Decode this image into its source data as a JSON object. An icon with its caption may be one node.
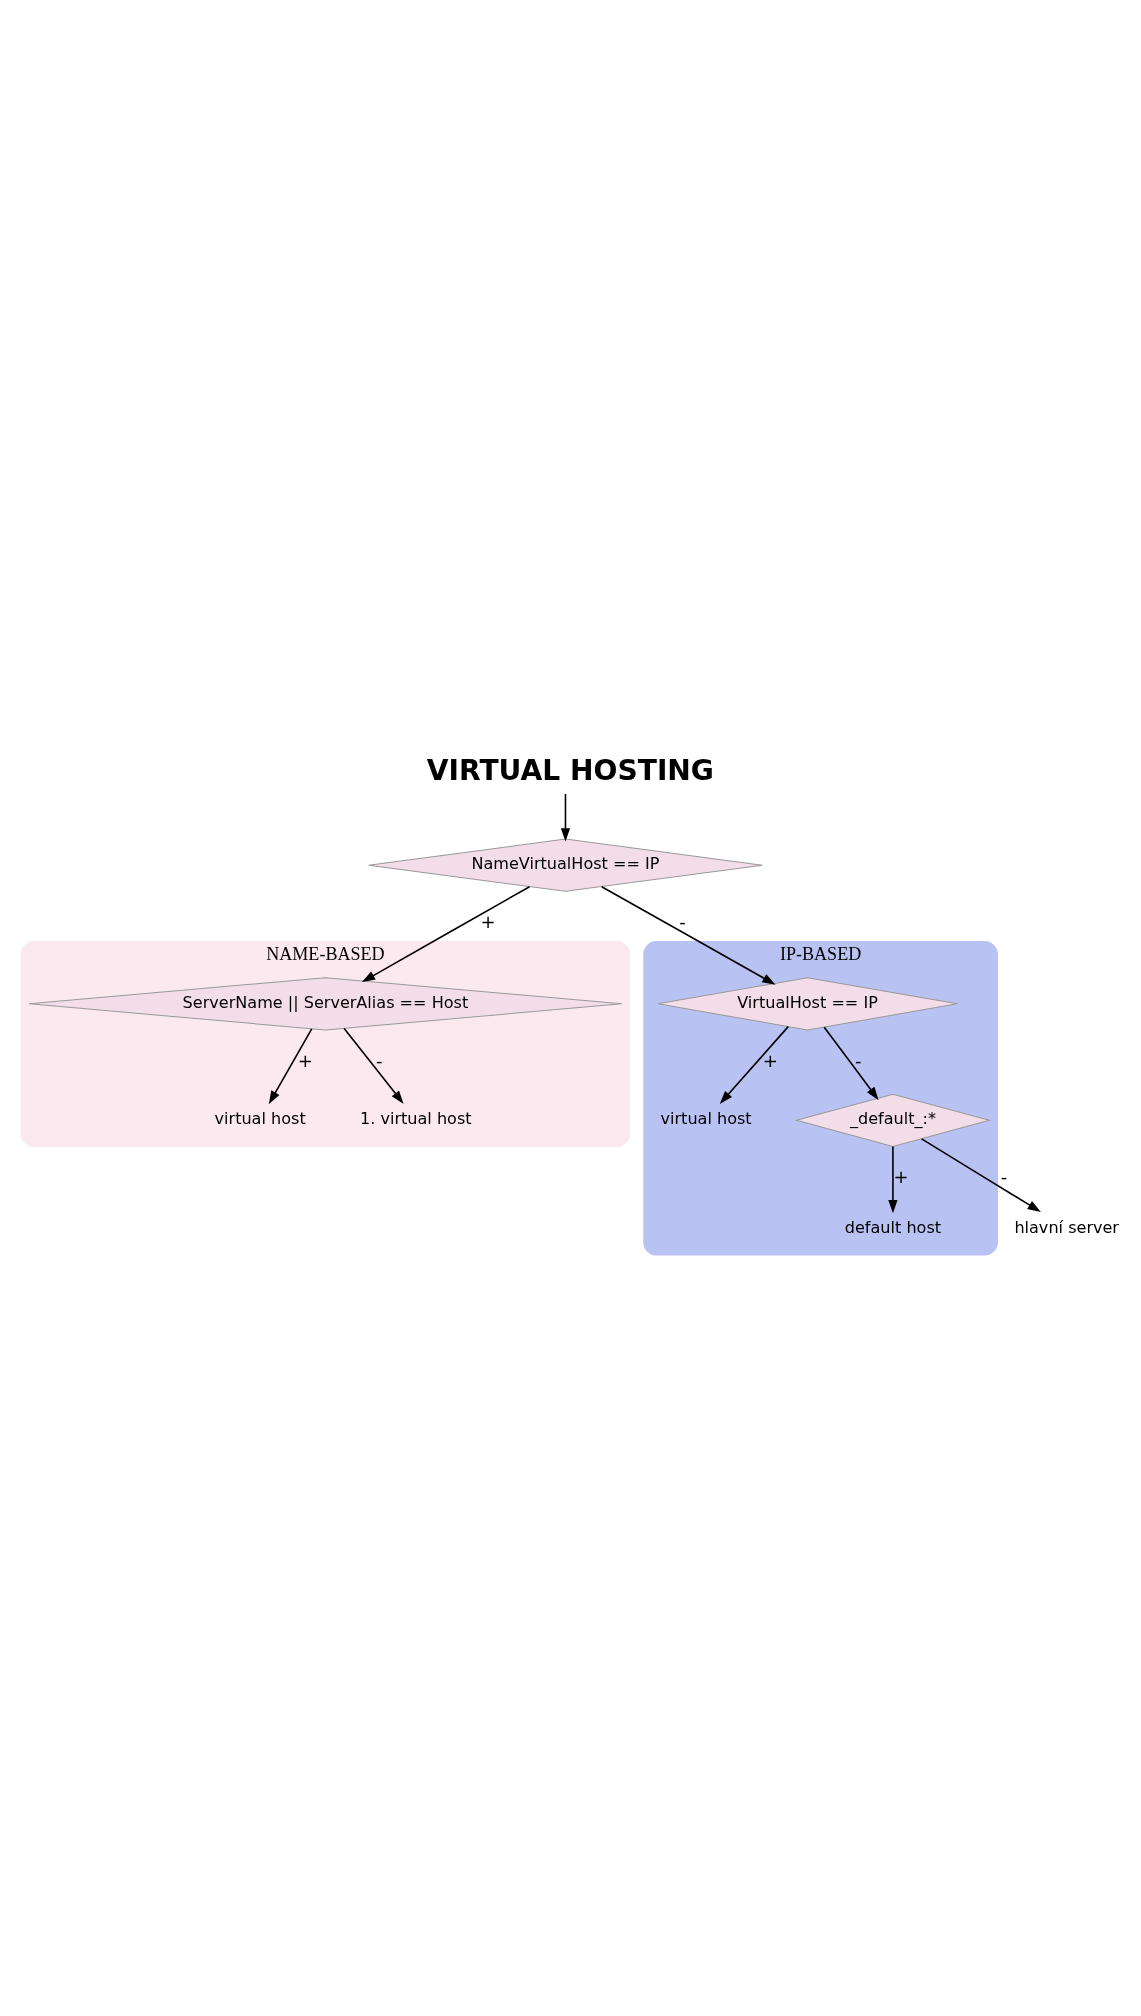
{
  "diagram": {
    "title": "VIRTUAL HOSTING",
    "nodes": [
      {
        "text": [
          "NameVirtualHost == IP"
        ]
      },
      {
        "text": [
          "NAME-BASED"
        ]
      },
      {
        "text": [
          "ServerName || ServerAlias == Host"
        ],
        "in": 1
      },
      {
        "text": [
          "virtual host"
        ],
        "in": 1
      },
      {
        "text": [
          "1. virtual host"
        ],
        "in": 1
      },
      {
        "text": [
          "IP-BASED"
        ]
      },
      {
        "text": [
          "VirtualHost == IP"
        ],
        "in": 5
      },
      {
        "text": [
          "virtual host"
        ],
        "in": 5
      },
      {
        "text": [
          "_default_:*"
        ],
        "in": 5
      },
      {
        "text": [
          "default host"
        ],
        "in": 5
      },
      {
        "text": [
          "hlavní server"
        ]
      }
    ],
    "edges": [
      {
        "from": null,
        "to": 0,
        "arrow": "to"
      },
      {
        "from": 0,
        "to": 2,
        "arrow": "to",
        "label": "+"
      },
      {
        "from": 2,
        "to": 3,
        "arrow": "to",
        "label": "+"
      },
      {
        "from": 2,
        "to": 4,
        "arrow": "to",
        "label": "-"
      },
      {
        "from": 0,
        "to": 6,
        "arrow": "to",
        "label": "-"
      },
      {
        "from": 6,
        "to": 7,
        "arrow": "to",
        "label": "+"
      },
      {
        "from": 6,
        "to": 8,
        "arrow": "to",
        "label": "-"
      },
      {
        "from": 8,
        "to": 9,
        "arrow": "to",
        "label": "+"
      },
      {
        "from": 8,
        "to": 10,
        "arrow": "to",
        "label": "-"
      }
    ]
  }
}
